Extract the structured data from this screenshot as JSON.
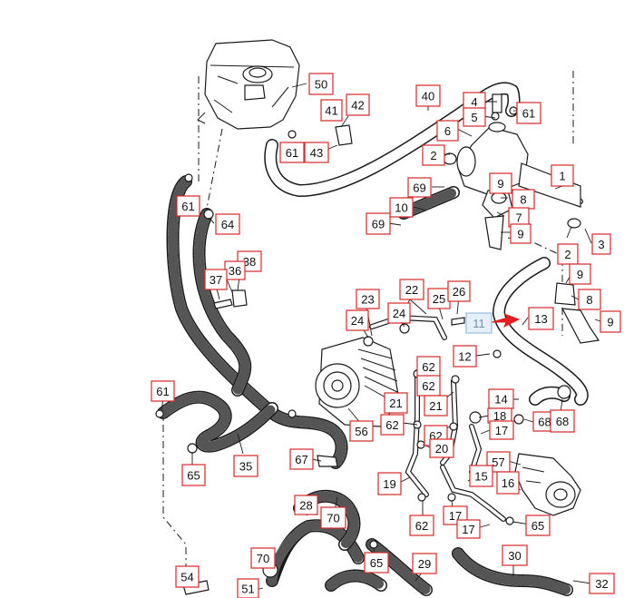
{
  "callouts": [
    {
      "label": "50",
      "highlight": false
    },
    {
      "label": "40",
      "highlight": false
    },
    {
      "label": "4",
      "highlight": false
    },
    {
      "label": "5",
      "highlight": false
    },
    {
      "label": "61",
      "highlight": false
    },
    {
      "label": "42",
      "highlight": false
    },
    {
      "label": "41",
      "highlight": false
    },
    {
      "label": "6",
      "highlight": false
    },
    {
      "label": "2",
      "highlight": false
    },
    {
      "label": "61",
      "highlight": false
    },
    {
      "label": "43",
      "highlight": false
    },
    {
      "label": "1",
      "highlight": false
    },
    {
      "label": "9",
      "highlight": false
    },
    {
      "label": "69",
      "highlight": false
    },
    {
      "label": "8",
      "highlight": false
    },
    {
      "label": "10",
      "highlight": false
    },
    {
      "label": "7",
      "highlight": false
    },
    {
      "label": "61",
      "highlight": false
    },
    {
      "label": "64",
      "highlight": false
    },
    {
      "label": "69",
      "highlight": false
    },
    {
      "label": "9",
      "highlight": false
    },
    {
      "label": "2",
      "highlight": false
    },
    {
      "label": "3",
      "highlight": false
    },
    {
      "label": "38",
      "highlight": false
    },
    {
      "label": "36",
      "highlight": false
    },
    {
      "label": "37",
      "highlight": false
    },
    {
      "label": "9",
      "highlight": false
    },
    {
      "label": "22",
      "highlight": false
    },
    {
      "label": "23",
      "highlight": false
    },
    {
      "label": "25",
      "highlight": false
    },
    {
      "label": "26",
      "highlight": false
    },
    {
      "label": "8",
      "highlight": false
    },
    {
      "label": "24",
      "highlight": false
    },
    {
      "label": "24",
      "highlight": false
    },
    {
      "label": "13",
      "highlight": false
    },
    {
      "label": "9",
      "highlight": false
    },
    {
      "label": "11",
      "highlight": true
    },
    {
      "label": "12",
      "highlight": false
    },
    {
      "label": "62",
      "highlight": false
    },
    {
      "label": "62",
      "highlight": false
    },
    {
      "label": "61",
      "highlight": false
    },
    {
      "label": "21",
      "highlight": false
    },
    {
      "label": "21",
      "highlight": false
    },
    {
      "label": "14",
      "highlight": false
    },
    {
      "label": "18",
      "highlight": false
    },
    {
      "label": "68",
      "highlight": false
    },
    {
      "label": "68",
      "highlight": false
    },
    {
      "label": "62",
      "highlight": false
    },
    {
      "label": "56",
      "highlight": false
    },
    {
      "label": "62",
      "highlight": false
    },
    {
      "label": "17",
      "highlight": false
    },
    {
      "label": "20",
      "highlight": false
    },
    {
      "label": "67",
      "highlight": false
    },
    {
      "label": "35",
      "highlight": false
    },
    {
      "label": "65",
      "highlight": false
    },
    {
      "label": "57",
      "highlight": false
    },
    {
      "label": "15",
      "highlight": false
    },
    {
      "label": "19",
      "highlight": false
    },
    {
      "label": "16",
      "highlight": false
    },
    {
      "label": "28",
      "highlight": false
    },
    {
      "label": "70",
      "highlight": false
    },
    {
      "label": "17",
      "highlight": false
    },
    {
      "label": "62",
      "highlight": false
    },
    {
      "label": "17",
      "highlight": false
    },
    {
      "label": "65",
      "highlight": false
    },
    {
      "label": "70",
      "highlight": false
    },
    {
      "label": "65",
      "highlight": false
    },
    {
      "label": "29",
      "highlight": false
    },
    {
      "label": "30",
      "highlight": false
    },
    {
      "label": "54",
      "highlight": false
    },
    {
      "label": "51",
      "highlight": false
    },
    {
      "label": "32",
      "highlight": false
    }
  ]
}
